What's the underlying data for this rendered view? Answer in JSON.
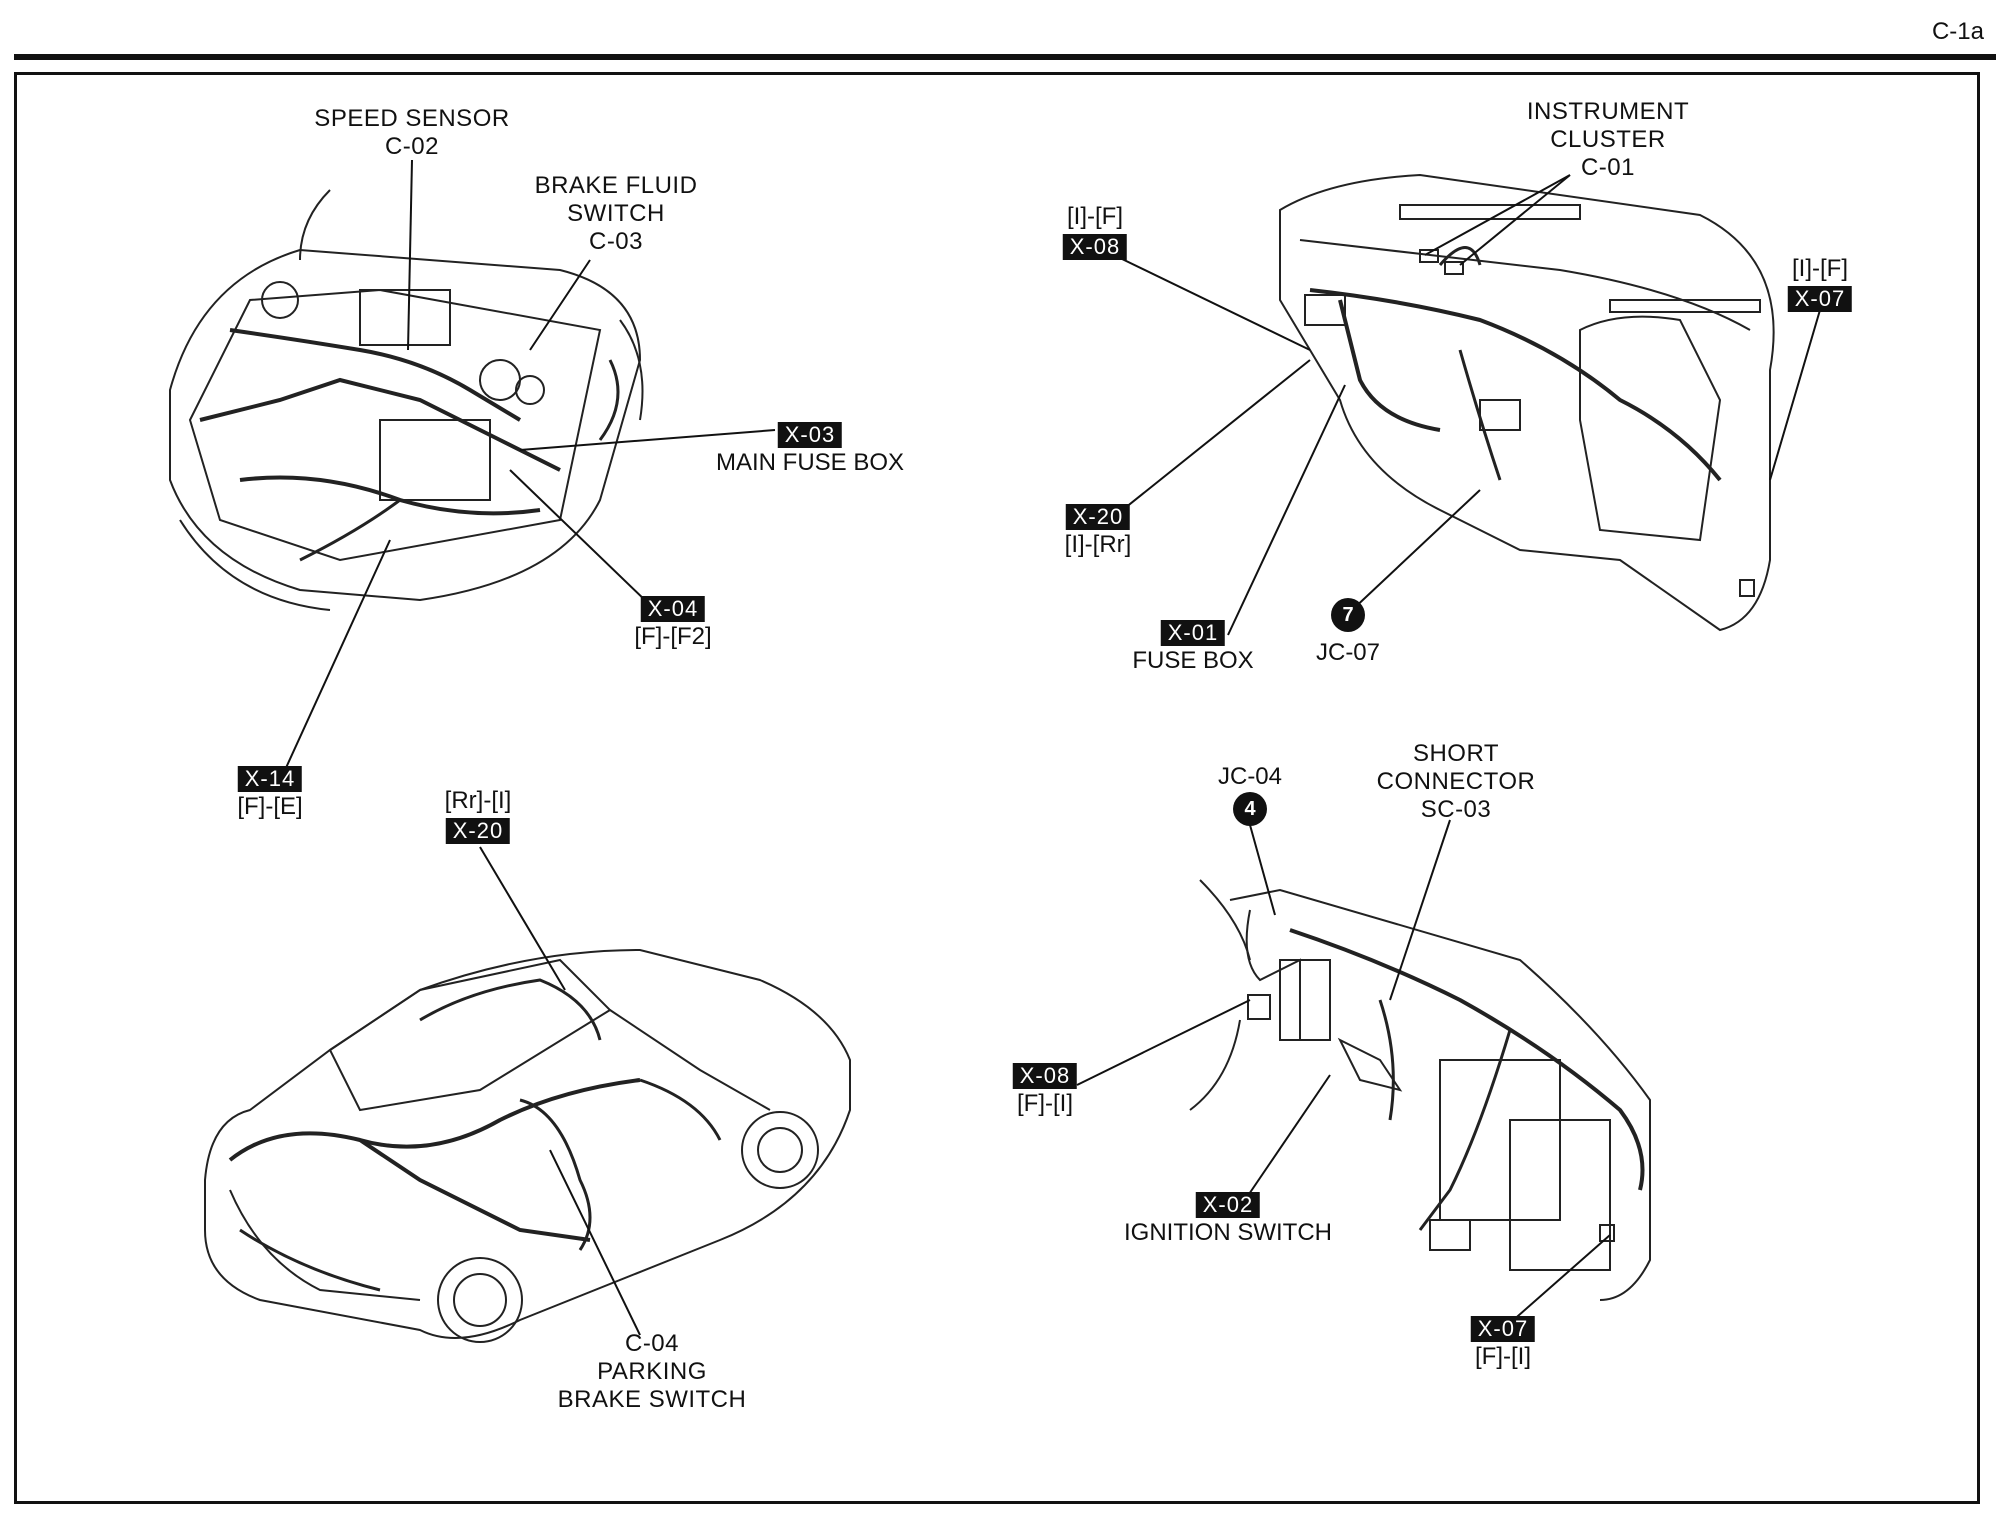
{
  "page_id": "C-1a",
  "views": {
    "engine": {
      "speed_sensor": {
        "line1": "SPEED SENSOR",
        "code": "C-02"
      },
      "brake_fluid": {
        "line1": "BRAKE FLUID",
        "line2": "SWITCH",
        "code": "C-03"
      },
      "x03": {
        "tag": "X-03",
        "desc": "MAIN FUSE BOX"
      },
      "x04": {
        "tag": "X-04",
        "sub": "[F]-[F2]"
      },
      "x14": {
        "tag": "X-14",
        "sub": "[F]-[E]"
      }
    },
    "dash": {
      "instrument_cluster": {
        "line1": "INSTRUMENT",
        "line2": "CLUSTER",
        "code": "C-01"
      },
      "x08": {
        "sub": "[I]-[F]",
        "tag": "X-08"
      },
      "x07": {
        "sub": "[I]-[F]",
        "tag": "X-07"
      },
      "x20": {
        "tag": "X-20",
        "sub": "[I]-[Rr]"
      },
      "x01": {
        "tag": "X-01",
        "desc": "FUSE BOX"
      },
      "jc07": {
        "dot": "7",
        "code": "JC-07"
      }
    },
    "car": {
      "x20": {
        "sub": "[Rr]-[I]",
        "tag": "X-20"
      },
      "c04": {
        "code": "C-04",
        "line1": "PARKING",
        "line2": "BRAKE SWITCH"
      }
    },
    "lower_dash": {
      "jc04": {
        "code": "JC-04",
        "dot": "4"
      },
      "short_connector": {
        "line1": "SHORT",
        "line2": "CONNECTOR",
        "code": "SC-03"
      },
      "x08": {
        "tag": "X-08",
        "sub": "[F]-[I]"
      },
      "x02": {
        "tag": "X-02",
        "desc": "IGNITION SWITCH"
      },
      "x07": {
        "tag": "X-07",
        "sub": "[F]-[I]"
      }
    }
  }
}
